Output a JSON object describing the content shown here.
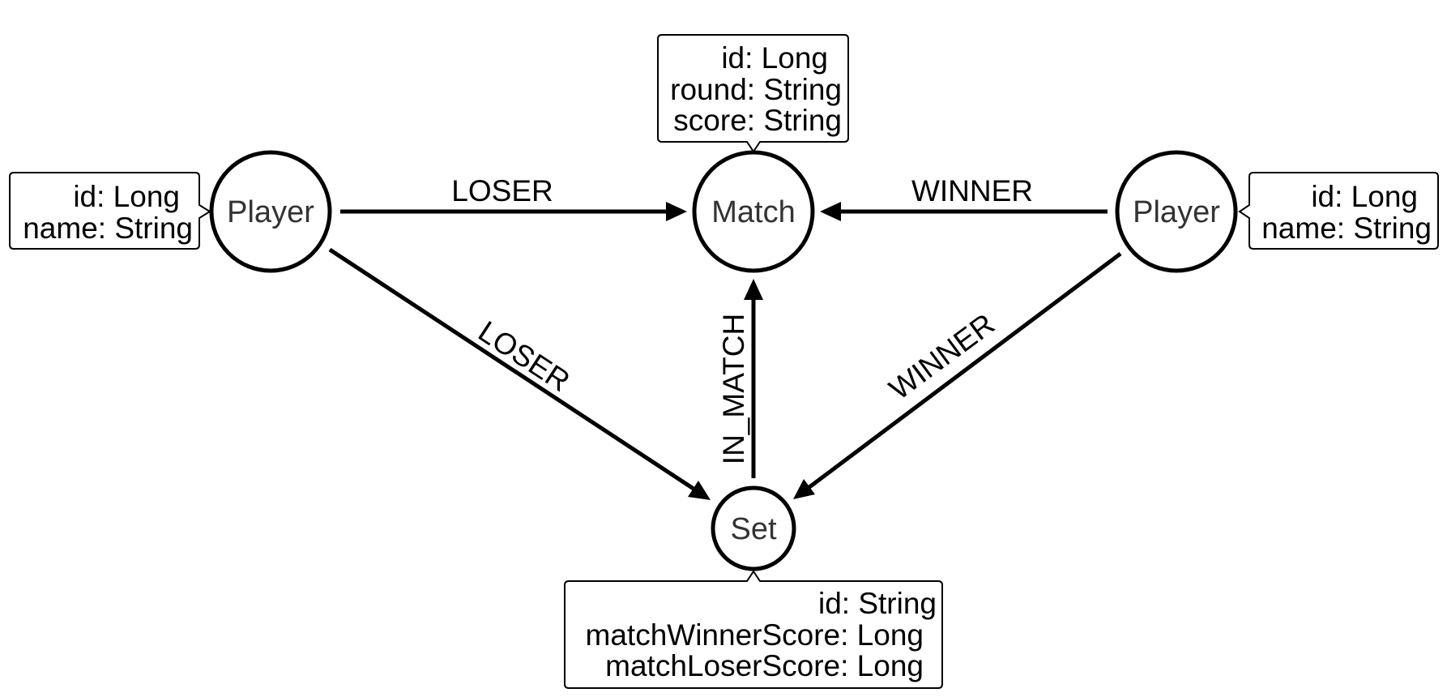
{
  "nodes": {
    "player_left": {
      "label": "Player",
      "properties": [
        "id: Long",
        "name: String"
      ]
    },
    "match": {
      "label": "Match",
      "properties": [
        "id: Long",
        "round: String",
        "score: String"
      ]
    },
    "player_right": {
      "label": "Player",
      "properties": [
        "id: Long",
        "name: String"
      ]
    },
    "set": {
      "label": "Set",
      "properties": [
        "id: String",
        "matchWinnerScore: Long",
        "matchLoserScore: Long"
      ]
    }
  },
  "relationships": {
    "loser_match": "LOSER",
    "winner_match": "WINNER",
    "loser_set": "LOSER",
    "winner_set": "WINNER",
    "in_match": "IN_MATCH"
  },
  "colors": {
    "stroke": "#000000",
    "node_text": "#333333",
    "background": "#ffffff"
  }
}
